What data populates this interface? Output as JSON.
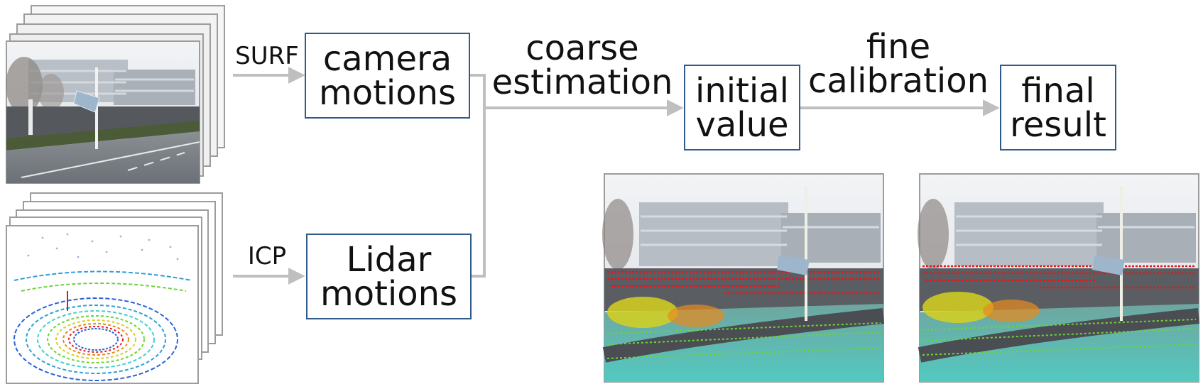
{
  "labels": {
    "surf": "SURF",
    "icp": "ICP",
    "coarse_line1": "coarse",
    "coarse_line2": "estimation",
    "fine_line1": "fine",
    "fine_line2": "calibration"
  },
  "boxes": {
    "camera": [
      "camera",
      "motions"
    ],
    "lidar": [
      "Lidar",
      "motions"
    ],
    "initial": [
      "initial",
      "value"
    ],
    "final": [
      "final",
      "result"
    ]
  },
  "colors": {
    "box_border": "#2f5b8a",
    "arrow": "#bfbfbf",
    "lidar_red": "#e8151b",
    "lidar_yellow": "#d6d01e",
    "lidar_green": "#6fd23a",
    "lidar_cyan": "#3fd0d0",
    "lidar_blue": "#2a62d8"
  },
  "icons": [
    "camera-image-stack",
    "lidar-scan-stack",
    "projection-result-coarse",
    "projection-result-fine"
  ]
}
